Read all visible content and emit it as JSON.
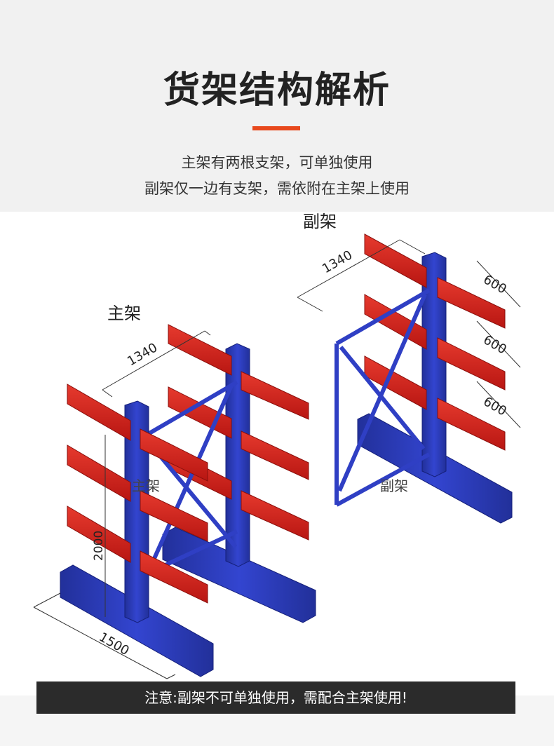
{
  "header": {
    "title": "货架结构解析",
    "subtitle_line1": "主架有两根支架，可单独使用",
    "subtitle_line2": "副架仅一边有支架，需依附在主架上使用"
  },
  "diagram": {
    "main_label": "主架",
    "main_inner_label": "主架",
    "sub_label": "副架",
    "sub_inner_label": "副架",
    "dim_main_length": "1340",
    "dim_main_height": "2000",
    "dim_main_base": "1500",
    "dim_sub_length": "1340",
    "dim_sub_arm1": "600",
    "dim_sub_arm2": "600",
    "dim_sub_arm3": "600",
    "colors": {
      "upright": "#2f3fc4",
      "arm": "#d8231c",
      "accent": "#e8491d"
    }
  },
  "notice": {
    "text": "注意:副架不可单独使用，需配合主架使用!"
  }
}
